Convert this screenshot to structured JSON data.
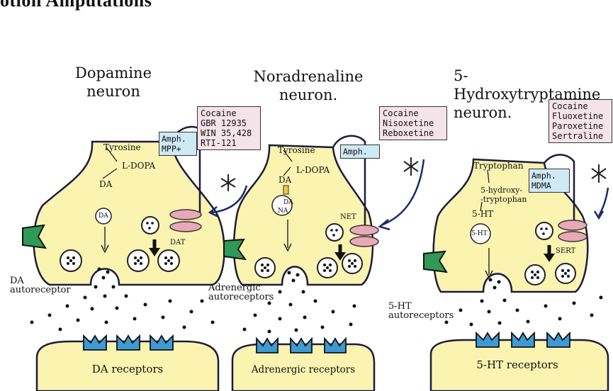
{
  "page_heading": "otion Amputations",
  "neurons": [
    {
      "title": "Dopamine\nneuron",
      "uptake_blockers": "Cocaine\nGBR 12935\nWIN 35,428\nRTI-121",
      "releasers": "Amph.\nMPP+",
      "precursor": "Tyrosine",
      "intermediate": "L-DOPA",
      "transmitter": "DA",
      "vesicle_label": "DA",
      "transporter": "DAT",
      "autoreceptor": "DA\nautoreceptor",
      "receptors": "DA receptors"
    },
    {
      "title": "Noradrenaline\nneuron.",
      "uptake_blockers": "Cocaine\nNisoxetine\nReboxetine",
      "releasers": "Amph.",
      "precursor": "Tyrosine",
      "intermediate": "L-DOPA",
      "transmitter": "DA",
      "vesicle_label": "NA",
      "vesicle_label_2": "DA",
      "transporter": "NET",
      "autoreceptor": "Adrenergic\nautoreceptors",
      "receptors": "Adrenergic receptors"
    },
    {
      "title": "5-Hydroxytryptamine\nneuron.",
      "uptake_blockers": "Cocaine\nFluoxetine\nParoxetine\nSertraline",
      "releasers": "Amph.\nMDMA",
      "precursor": "Tryptophan",
      "intermediate": "5-hydroxy-\n-tryptophan",
      "transmitter": "5-HT",
      "vesicle_label": "5-HT",
      "transporter": "SERT",
      "autoreceptor": "5-HT\nautoreceptors",
      "receptors": "5-HT receptors"
    }
  ],
  "colors": {
    "terminal_fill": "#fbf3b0",
    "receptor_fill": "#3d9ad4",
    "autoreceptor_fill": "#2e9a55",
    "transporter_fill": "#e9a9b8",
    "drug_box": "#f5e3ea",
    "releaser_box": "#cfe9f5"
  }
}
